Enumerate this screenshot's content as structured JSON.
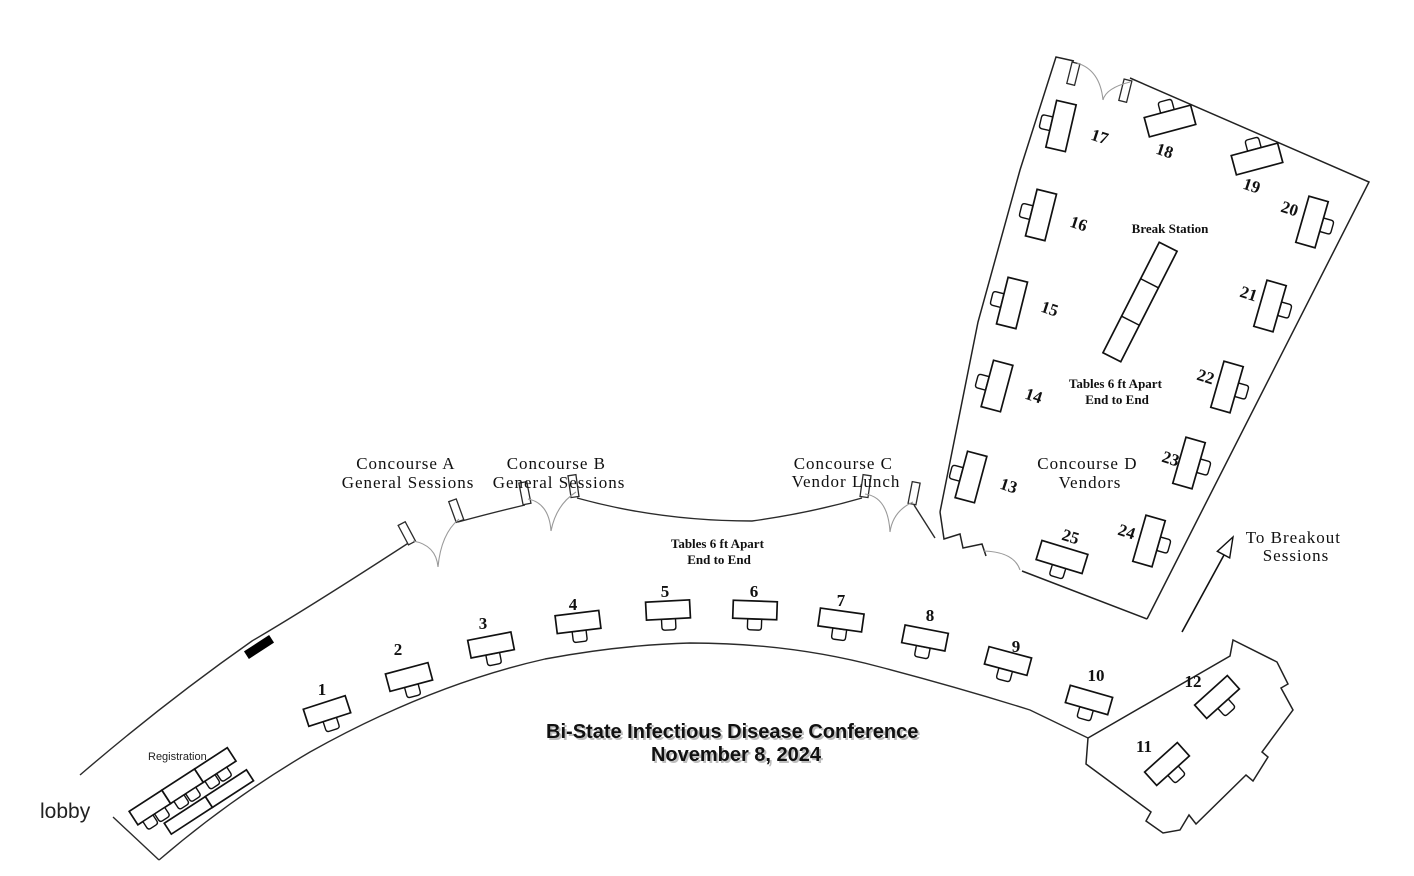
{
  "colors": {
    "background": "#ffffff",
    "ink": "#111111",
    "wall": "#2b2b2b",
    "door_arc": "#9a9a9a",
    "door_marker": "#000000",
    "title_shadow": "#bdbdbd"
  },
  "title": {
    "line1": "Bi-State Infectious Disease Conference",
    "line2": "November 8, 2024"
  },
  "areas": {
    "concourse_a": {
      "line1": "Concourse A",
      "line2": "General Sessions"
    },
    "concourse_b": {
      "line1": "Concourse B",
      "line2": "General Sessions"
    },
    "concourse_c": {
      "line1": "Concourse C",
      "line2": "Vendor Lunch"
    },
    "concourse_d": {
      "line1": "Concourse D",
      "line2": "Vendors"
    },
    "breakout": {
      "line1": "To Breakout",
      "line2": "Sessions"
    },
    "lobby": "lobby",
    "registration": "Registration",
    "break_station": "Break Station"
  },
  "notes": {
    "spacing_concourse": {
      "line1": "Tables 6 ft Apart",
      "line2": "End to End"
    },
    "spacing_room": {
      "line1": "Tables 6 ft Apart",
      "line2": "End to End"
    }
  },
  "tables": [
    "1",
    "2",
    "3",
    "4",
    "5",
    "6",
    "7",
    "8",
    "9",
    "10",
    "11",
    "12",
    "13",
    "14",
    "15",
    "16",
    "17",
    "18",
    "19",
    "20",
    "21",
    "22",
    "23",
    "24",
    "25"
  ]
}
